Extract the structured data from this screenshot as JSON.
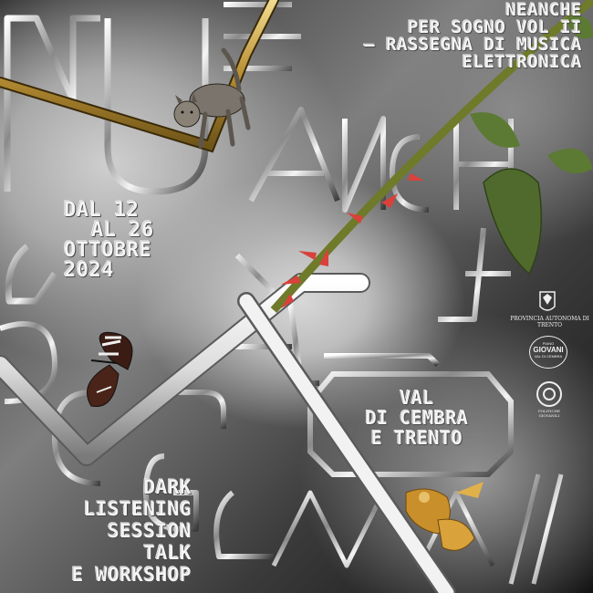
{
  "poster": {
    "title": [
      "NEANCHE",
      "PER SOGNO VOL II",
      "– RASSEGNA DI MUSICA",
      "ELETTRONICA"
    ],
    "dates": [
      "DAL 12",
      "AL 26",
      "OTTOBRE",
      "2024"
    ],
    "venue": [
      "VAL",
      "DI CEMBRA",
      "E TRENTO"
    ],
    "program": [
      "DARK",
      "LISTENING",
      "SESSION",
      "TALK",
      "E WORKSHOP"
    ]
  },
  "logos": {
    "province": "PROVINCIA AUTONOMA DI TRENTO",
    "giovani_small": "PIANO",
    "giovani": "GIOVANI",
    "giovani_sub": "VAL DI CEMBRA",
    "politiche": "POLITICHE GIOVANILI"
  },
  "colors": {
    "text": "#f4f4f4",
    "rose_stem": "#6f7a2a",
    "thorn": "#d9413a",
    "leaf": "#4f6a2c",
    "gold_rod": "#c9a84a"
  }
}
